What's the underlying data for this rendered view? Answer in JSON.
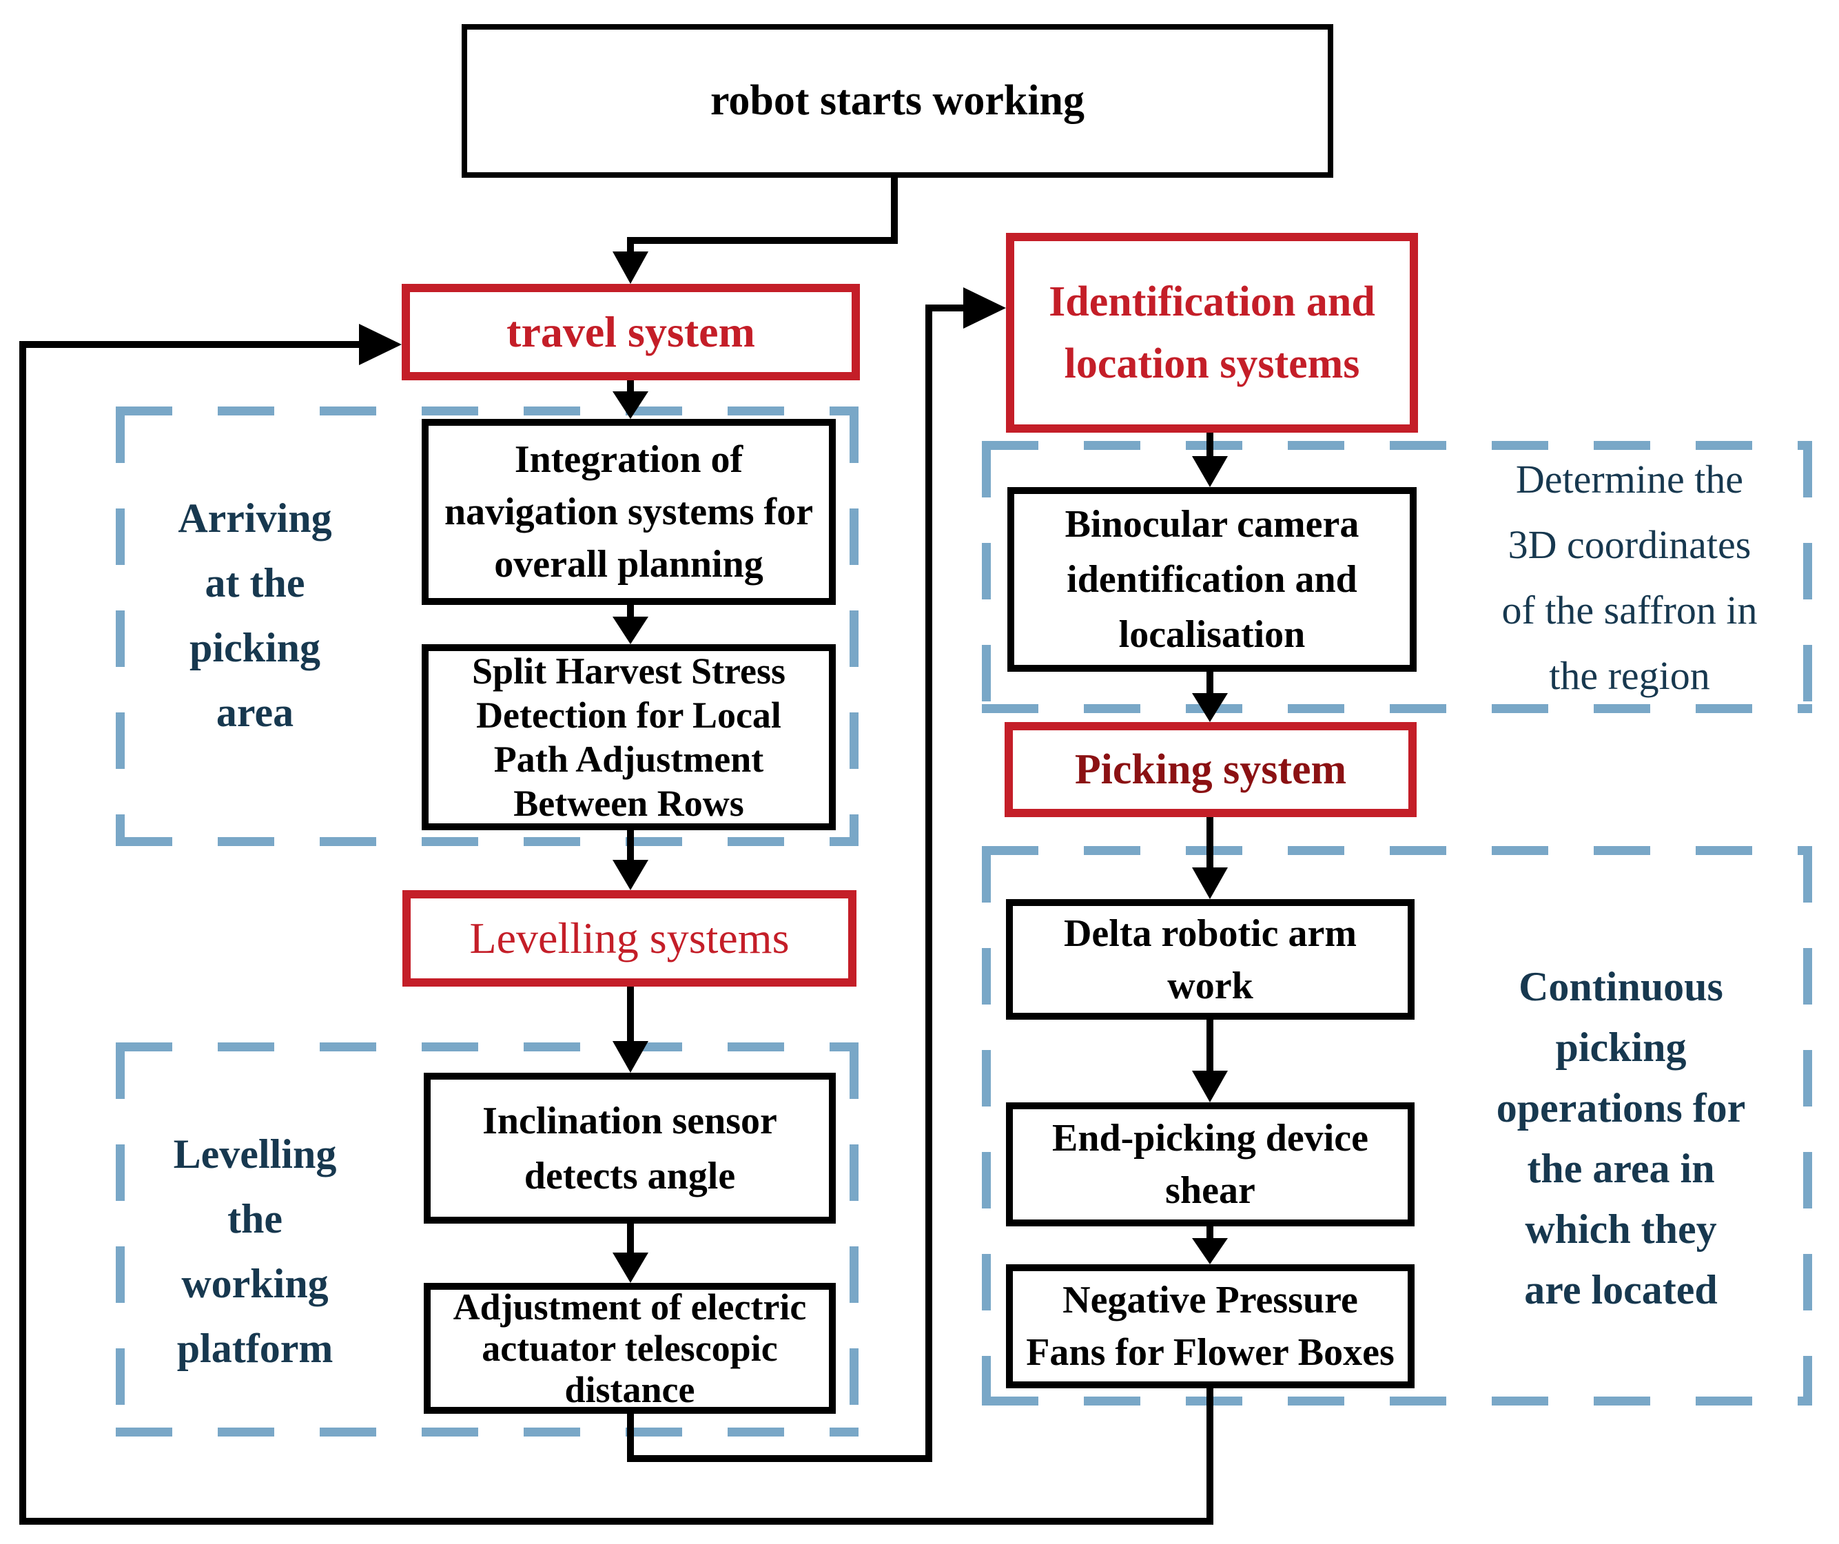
{
  "diagram": {
    "nodes": {
      "start": "robot starts working",
      "travel": "travel system",
      "integration": [
        "Integration of",
        "navigation systems for",
        "overall planning"
      ],
      "split": [
        "Split Harvest Stress",
        "Detection for Local",
        "Path Adjustment",
        "Between Rows"
      ],
      "levelling": "Levelling systems",
      "inclination": [
        "Inclination sensor",
        "detects angle"
      ],
      "adjustment": [
        "Adjustment of electric",
        "actuator telescopic",
        "distance"
      ],
      "identification": [
        "Identification and",
        "location systems"
      ],
      "binocular": [
        "Binocular camera",
        "identification and",
        "localisation"
      ],
      "picking": "Picking system",
      "delta": [
        "Delta robotic arm",
        "work"
      ],
      "end_picking": [
        "End-picking device",
        "shear"
      ],
      "fans": [
        "Negative Pressure",
        "Fans for Flower Boxes"
      ]
    },
    "section_labels": {
      "arriving": [
        "Arriving",
        "at the",
        "picking",
        "area"
      ],
      "levelling_platform": [
        "Levelling",
        "the",
        "working",
        "platform"
      ],
      "determine": [
        "Determine the",
        "3D coordinates",
        "of the saffron in",
        "the region"
      ],
      "continuous": [
        "Continuous",
        "picking",
        "operations for",
        "the area in",
        "which they",
        "are located"
      ]
    },
    "colors": {
      "box_border_black": "#000000",
      "system_red": "#c41e28",
      "picking_text_maroon": "#8b1113",
      "section_label_navy": "#17384f",
      "dashed_border_blue": "#79a7c7"
    }
  }
}
